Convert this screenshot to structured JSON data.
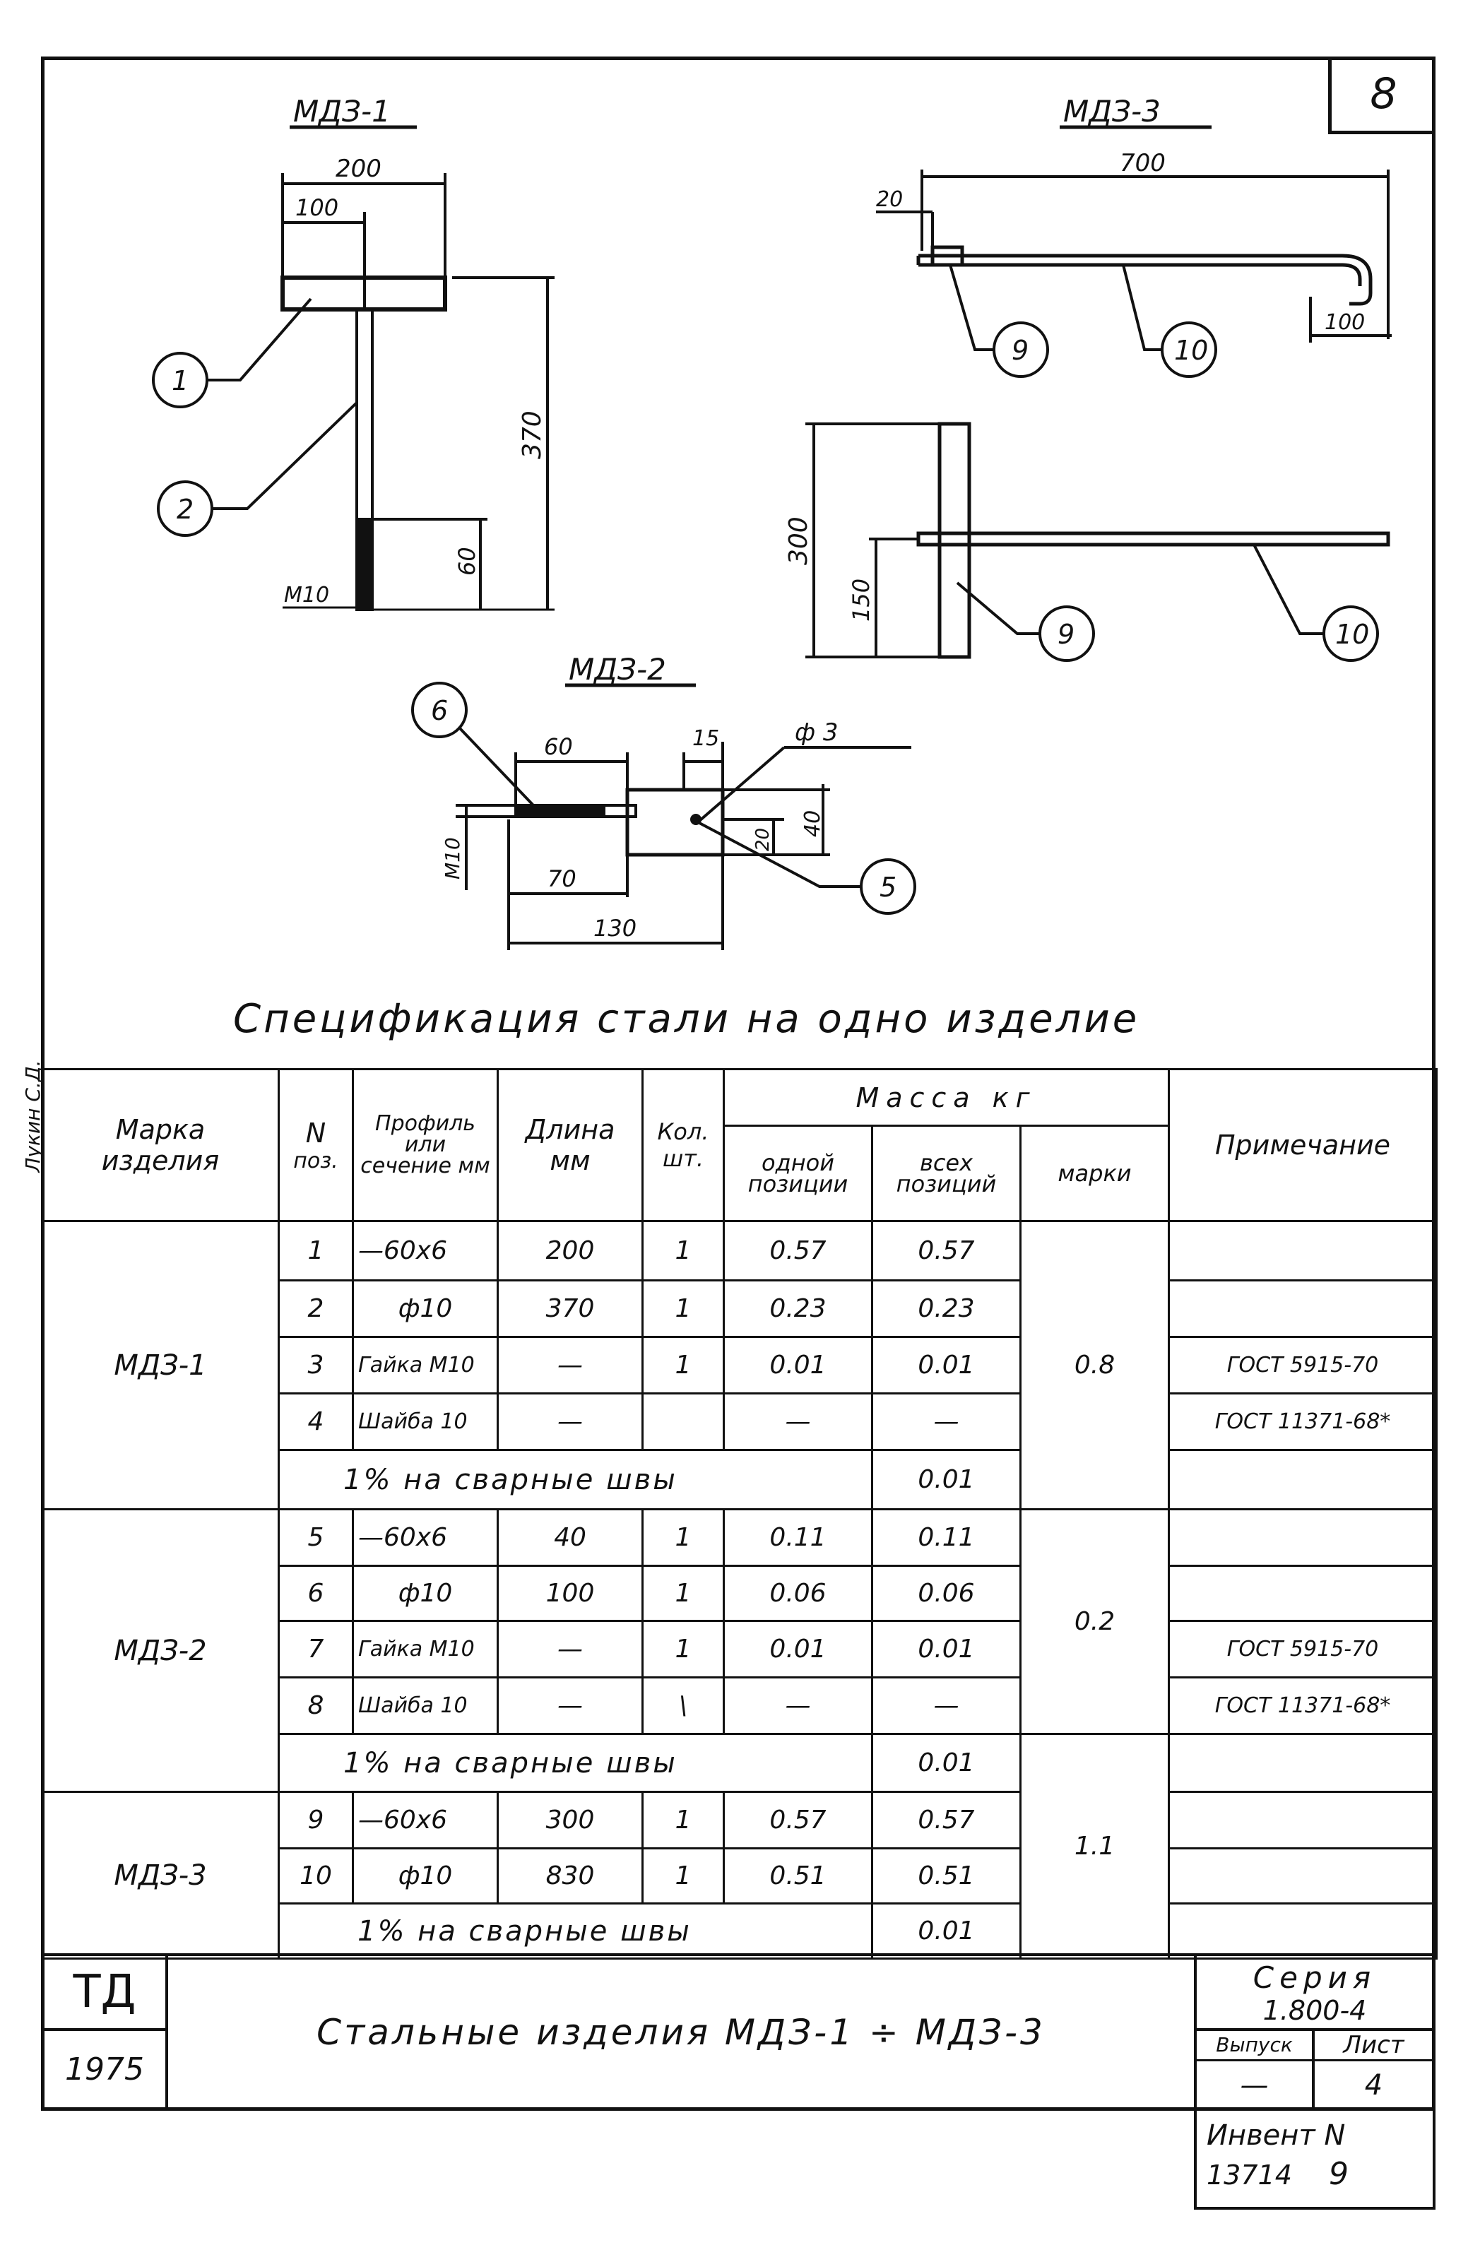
{
  "sheet_number": "8",
  "side_stamp": "Лукин С.Д.",
  "drawings": {
    "mdz1": {
      "title": "МДЗ-1",
      "dims": {
        "d200": "200",
        "d100": "100",
        "d370": "370",
        "d60": "60",
        "thread": "М10"
      },
      "callouts": [
        "1",
        "2"
      ]
    },
    "mdz3": {
      "title": "МДЗ-3",
      "dims": {
        "d700": "700",
        "d20": "20",
        "d100": "100",
        "d300": "300",
        "d150": "150"
      },
      "callouts": [
        "9",
        "10",
        "9",
        "10"
      ]
    },
    "mdz2": {
      "title": "МДЗ-2",
      "dims": {
        "d60": "60",
        "d15": "15",
        "phi3": "ф 3",
        "d40": "40",
        "d20": "20",
        "d70": "70",
        "d130": "130",
        "thread": "М10"
      },
      "callouts": [
        "6",
        "5"
      ]
    }
  },
  "spec_title": "Спецификация стали на одно изделие",
  "table": {
    "headers": {
      "marka": "Марка",
      "izdelia": "изделия",
      "n": "N",
      "poz": "поз.",
      "profile": "Профиль или сечение мм",
      "length": "Длина",
      "length_unit": "мм",
      "qty": "Кол.",
      "qty_unit": "шт.",
      "mass": "Масса кг",
      "one": "одной позиции",
      "all": "всех позиций",
      "marki": "марки",
      "note": "Примечание"
    },
    "groups": [
      {
        "mark": "МДЗ-1",
        "total": "0.8",
        "rows": [
          {
            "n": "1",
            "profile": "—60x6",
            "len": "200",
            "qty": "1",
            "one": "0.57",
            "all": "0.57",
            "note": ""
          },
          {
            "n": "2",
            "profile": "ф10",
            "len": "370",
            "qty": "1",
            "one": "0.23",
            "all": "0.23",
            "note": ""
          },
          {
            "n": "3",
            "profile": "Гайка М10",
            "len": "—",
            "qty": "1",
            "one": "0.01",
            "all": "0.01",
            "note": "ГОСТ 5915-70"
          },
          {
            "n": "4",
            "profile": "Шайба 10",
            "len": "—",
            "qty": "",
            "one": "—",
            "all": "—",
            "note": "ГОСТ 11371-68*"
          }
        ],
        "weld": {
          "label": "1% на сварные швы",
          "value": "0.01"
        }
      },
      {
        "mark": "МДЗ-2",
        "total": "0.2",
        "rows": [
          {
            "n": "5",
            "profile": "—60x6",
            "len": "40",
            "qty": "1",
            "one": "0.11",
            "all": "0.11",
            "note": ""
          },
          {
            "n": "6",
            "profile": "ф10",
            "len": "100",
            "qty": "1",
            "one": "0.06",
            "all": "0.06",
            "note": ""
          },
          {
            "n": "7",
            "profile": "Гайка М10",
            "len": "—",
            "qty": "1",
            "one": "0.01",
            "all": "0.01",
            "note": "ГОСТ 5915-70"
          },
          {
            "n": "8",
            "profile": "Шайба 10",
            "len": "—",
            "qty": "\\",
            "one": "—",
            "all": "—",
            "note": "ГОСТ 11371-68*"
          }
        ],
        "weld": {
          "label": "1% на сварные швы",
          "value": "0.01"
        }
      },
      {
        "mark": "МДЗ-3",
        "total": "1.1",
        "rows": [
          {
            "n": "9",
            "profile": "—60x6",
            "len": "300",
            "qty": "1",
            "one": "0.57",
            "all": "0.57",
            "note": ""
          },
          {
            "n": "10",
            "profile": "ф10",
            "len": "830",
            "qty": "1",
            "one": "0.51",
            "all": "0.51",
            "note": ""
          }
        ],
        "weld": {
          "label": "1% на сварные швы",
          "value": "0.01"
        }
      }
    ]
  },
  "titleblock": {
    "org": "ТД",
    "year": "1975",
    "name": "Стальные изделия МДЗ-1 ÷ МДЗ-3",
    "series_label": "Серия",
    "series_value": "1.800-4",
    "issue_label": "Выпуск",
    "issue_value": "—",
    "sheet_label": "Лист",
    "sheet_value": "4",
    "inv_label": "Инвент N",
    "inv_value": "13714",
    "inv_sheet": "9"
  }
}
